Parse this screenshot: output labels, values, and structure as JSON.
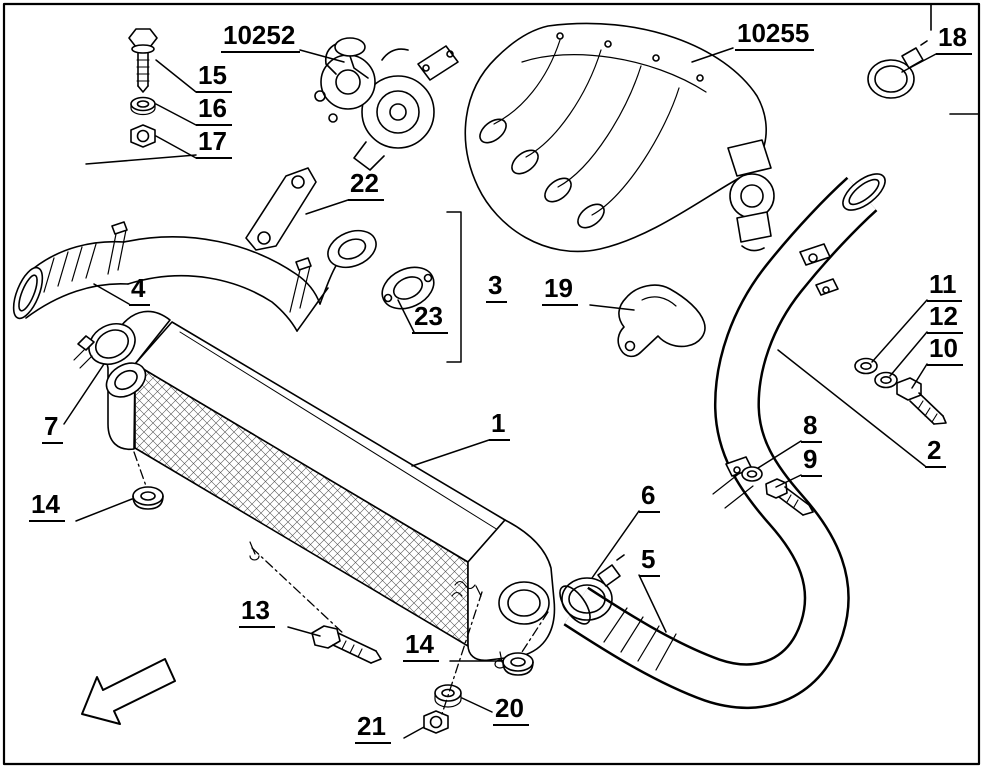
{
  "diagram": {
    "frame": {
      "background": "#ffffff",
      "line_color": "#000000"
    },
    "callouts": [
      {
        "label": "15",
        "part": "bolt"
      },
      {
        "label": "16",
        "part": "washer"
      },
      {
        "label": "17",
        "part": "nut"
      },
      {
        "label": "10252",
        "part": "turbocharger-reference"
      },
      {
        "label": "10255",
        "part": "intake-manifold-reference"
      },
      {
        "label": "18",
        "part": "hose-clamp"
      },
      {
        "label": "22",
        "part": "bracket"
      },
      {
        "label": "3",
        "part": "hose-assembly"
      },
      {
        "label": "23",
        "part": "gasket"
      },
      {
        "label": "19",
        "part": "bracket"
      },
      {
        "label": "4",
        "part": "air-hose"
      },
      {
        "label": "7",
        "part": "clamp"
      },
      {
        "label": "1",
        "part": "intercooler"
      },
      {
        "label": "11",
        "part": "washer"
      },
      {
        "label": "12",
        "part": "washer"
      },
      {
        "label": "10",
        "part": "bolt"
      },
      {
        "label": "2",
        "part": "charge-air-hose"
      },
      {
        "label": "8",
        "part": "washer"
      },
      {
        "label": "9",
        "part": "bolt"
      },
      {
        "label": "6",
        "part": "clamp"
      },
      {
        "label": "5",
        "part": "hose"
      },
      {
        "label": "14",
        "part": "grommet"
      },
      {
        "label": "13",
        "part": "screw"
      },
      {
        "label": "14",
        "part": "grommet"
      },
      {
        "label": "20",
        "part": "spacer"
      },
      {
        "label": "21",
        "part": "nut"
      }
    ]
  }
}
